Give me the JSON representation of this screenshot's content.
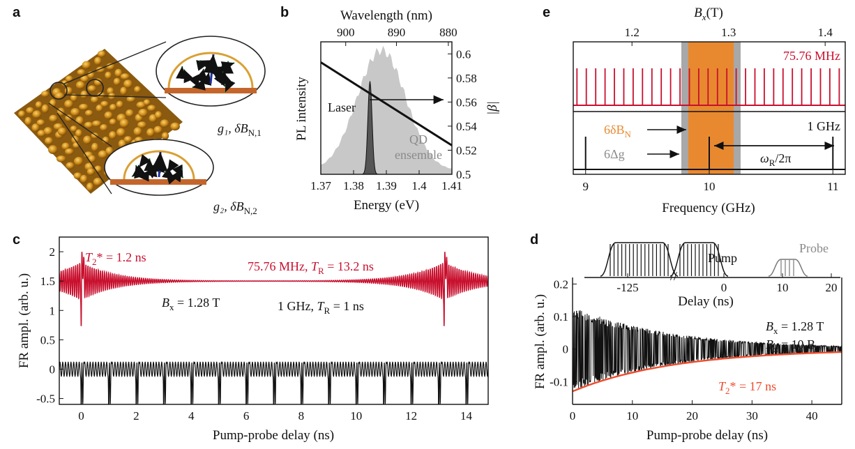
{
  "panels": {
    "a": {
      "label": "a",
      "dot1_label": "g₁, δB",
      "dot1_sub": "N,1",
      "dot2_label": "g₂, δB",
      "dot2_sub": "N,2"
    },
    "b": {
      "label": "b",
      "top_axis_label": "Wavelength (nm)",
      "top_ticks": [
        "900",
        "890",
        "880"
      ],
      "x_label": "Energy (eV)",
      "x_ticks": [
        "1.37",
        "1.38",
        "1.39",
        "1.4",
        "1.41"
      ],
      "y_label": "PL intensity",
      "right_label": "|β|",
      "right_ticks": [
        "0.5",
        "0.52",
        "0.54",
        "0.56",
        "0.58",
        "0.6"
      ],
      "laser_label": "Laser",
      "qd_label_1": "QD",
      "qd_label_2": "ensemble"
    },
    "e": {
      "label": "e",
      "top_axis_label": "B",
      "top_axis_sub": "x",
      "top_axis_unit": "(T)",
      "top_ticks": [
        "1.2",
        "1.3",
        "1.4"
      ],
      "x_label": "Frequency (GHz)",
      "x_ticks": [
        "9",
        "10",
        "11"
      ],
      "comb1_label": "75.76 MHz",
      "comb2_label": "1 GHz",
      "nuclear_label": "6δB",
      "nuclear_sub": "N",
      "dg_label": "6Δg",
      "omega_label": "ω",
      "omega_sub": "R",
      "omega_tail": "/2π"
    },
    "c": {
      "label": "c",
      "x_label": "Pump-probe delay (ns)",
      "y_label": "FR ampl. (arb. u.)",
      "x_ticks": [
        "0",
        "2",
        "4",
        "6",
        "8",
        "10",
        "12",
        "14"
      ],
      "y_ticks": [
        "-0.5",
        "0",
        "0.5",
        "1",
        "1.5",
        "2"
      ],
      "t2_label": "T",
      "t2_sub": "2",
      "t2_value": "* = 1.2 ns",
      "red_label_a": "75.76 MHz, ",
      "red_label_T": "T",
      "red_label_sub": "R",
      "red_label_b": " = 13.2 ns",
      "bx_label": "B",
      "bx_sub": "x",
      "bx_value": " = 1.28 T",
      "black_label_a": "1 GHz, ",
      "black_label_T": "T",
      "black_label_sub": "R",
      "black_label_b": " = 1 ns"
    },
    "d": {
      "label": "d",
      "x_label": "Pump-probe delay (ns)",
      "y_label": "FR ampl. (arb. u.)",
      "x_ticks": [
        "0",
        "10",
        "20",
        "30",
        "40"
      ],
      "y_ticks": [
        "-0.1",
        "0",
        "0.1",
        "0.2"
      ],
      "inset_ticks": [
        "-125",
        "0",
        "10",
        "20"
      ],
      "inset_x_label": "Delay (ns)",
      "pump_label": "Pump",
      "probe_label": "Probe",
      "bx1_label": "B",
      "bx1_sub": "x",
      "bx1_value": " = 1.28 T",
      "bx2_label": "B",
      "bx2_sub": "x",
      "bx2_value": " = 10 B",
      "bx2_tail_sub": "0",
      "t2_label": "T",
      "t2_sub": "2",
      "t2_value": "* = 17 ns"
    }
  },
  "colors": {
    "red": "#c8102e",
    "orange": "#e8892f",
    "grey": "#8a8a8a",
    "afm_gold": "#c98a1a"
  },
  "chart_data": [
    {
      "type": "area",
      "title": "",
      "xlabel": "Energy (eV)",
      "ylabel": "PL intensity",
      "xlim": [
        1.37,
        1.41
      ],
      "secondary_y_label": "|β|",
      "secondary_ylim": [
        0.5,
        0.61
      ],
      "top_x_label": "Wavelength (nm)",
      "series": [
        {
          "name": "QD ensemble",
          "x": [
            1.37,
            1.375,
            1.38,
            1.385,
            1.39,
            1.395,
            1.4,
            1.405,
            1.41
          ],
          "values": [
            0.05,
            0.2,
            0.45,
            0.8,
            0.95,
            0.7,
            0.35,
            0.1,
            0.03
          ]
        },
        {
          "name": "Laser",
          "x": [
            1.3835,
            1.385,
            1.3865
          ],
          "values": [
            0,
            0.75,
            0
          ]
        },
        {
          "name": "|β|",
          "x": [
            1.37,
            1.41
          ],
          "values": [
            0.593,
            0.524
          ]
        }
      ]
    },
    {
      "type": "line",
      "title": "",
      "xlabel": "Frequency (GHz)",
      "xlim": [
        8.9,
        11.1
      ],
      "top_x_label": "B_x (T)",
      "series": [
        {
          "name": "75.76 MHz",
          "spacing_GHz": 0.07576
        },
        {
          "name": "1 GHz",
          "x": [
            9,
            10,
            11
          ]
        }
      ]
    },
    {
      "type": "line",
      "title": "",
      "xlabel": "Pump-probe delay (ns)",
      "ylabel": "FR ampl. (arb. u.)",
      "xlim": [
        -0.8,
        14.8
      ],
      "ylim": [
        -0.6,
        2.25
      ],
      "series": [
        {
          "name": "75.76 MHz, T_R = 13.2 ns",
          "offset": 1.5,
          "T2_ns": 1.2,
          "period_ns": 13.2
        },
        {
          "name": "1 GHz, T_R = 1 ns",
          "offset": 0.0,
          "period_ns": 1.0
        }
      ]
    },
    {
      "type": "line",
      "title": "",
      "xlabel": "Pump-probe delay (ns)",
      "ylabel": "FR ampl. (arb. u.)",
      "xlim": [
        0,
        45
      ],
      "ylim": [
        -0.17,
        0.22
      ],
      "series": [
        {
          "name": "signal",
          "amplitude_start": 0.13
        },
        {
          "name": "T2* = 17 ns fit",
          "x": [
            0,
            10,
            20,
            30,
            45
          ],
          "values": [
            -0.13,
            -0.073,
            -0.041,
            -0.023,
            -0.009
          ]
        }
      ]
    }
  ]
}
